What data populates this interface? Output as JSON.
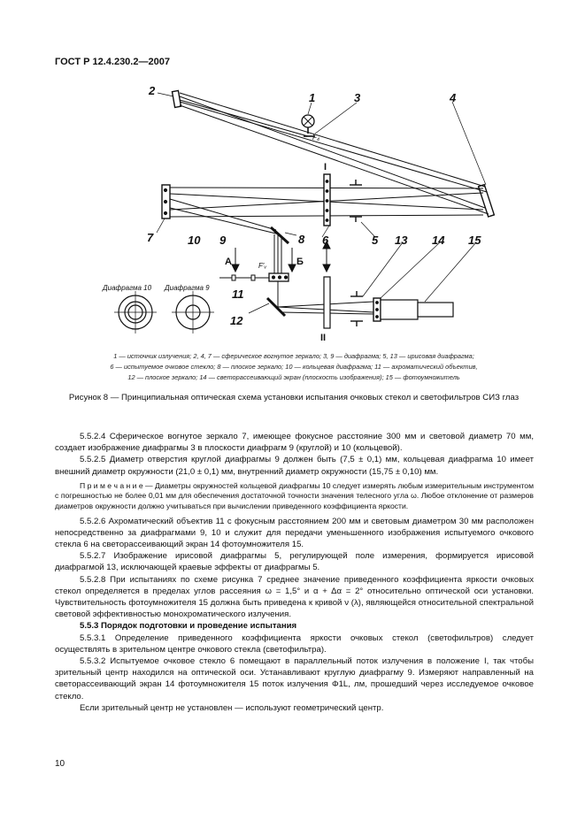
{
  "header": {
    "standard": "ГОСТ Р 12.4.230.2—2007"
  },
  "figure": {
    "labels": {
      "n1": "1",
      "n2": "2",
      "n3": "3",
      "n4": "4",
      "n5": "5",
      "n6": "6",
      "n7": "7",
      "n8": "8",
      "n9": "9",
      "n10": "10",
      "n11": "11",
      "n12": "12",
      "n13": "13",
      "n14": "14",
      "n15": "15",
      "pos_I": "I",
      "pos_II": "II",
      "arrow_A": "А",
      "arrow_B": "Б",
      "flux_4": "F₄",
      "flux_v": "F′ᵥ",
      "diaphragm_10": "Диафрагма 10",
      "diaphragm_9": "Диафрагма 9"
    },
    "legend_line1": "1 — источник излучения; 2, 4, 7 — сферическое вогнутое зеркало; 3, 9 — диафрагма; 5, 13 — ирисовая диафрагма;",
    "legend_line2": "6 — испытуемое очковое стекло; 8 — плоское зеркало; 10 — кольцевая диафрагма; 11 — ахроматический объектив,",
    "legend_line3": "12 — плоское зеркало; 14 — светорассеивающий экран (плоскость изображения); 15 — фотоумножитель",
    "caption": "Рисунок 8 — Принципиальная оптическая схема установки испытания очковых стекол и светофильтров СИЗ глаз"
  },
  "paragraphs": {
    "p5524": "5.5.2.4 Сферическое вогнутое зеркало 7, имеющее фокусное расстояние 300 мм и световой диаметр 70 мм, создает изображение диафрагмы 3 в плоскости диафрагм 9 (круглой) и 10 (кольцевой).",
    "p5525": "5.5.2.5 Диаметр отверстия круглой диафрагмы 9 должен быть (7,5 ± 0,1) мм, кольцевая диафрагма 10 имеет внешний диаметр окружности (21,0 ± 0,1) мм, внутренний диаметр окружности (15,75 ± 0,10) мм.",
    "note": "П р и м е ч а н и е — Диаметры окружностей кольцевой диафрагмы 10 следует измерять любым измерительным инструментом с погрешностью не более 0,01 мм для обеспечения достаточной точности значения телесного угла ω. Любое отклонение от размеров диаметров окружности должно учитываться при вычислении приведенного коэффициента яркости.",
    "p5526": "5.5.2.6 Ахроматический объектив 11 с фокусным расстоянием 200 мм и световым диаметром 30 мм расположен непосредственно за диафрагмами 9, 10 и служит для передачи уменьшенного изображения испытуемого очкового стекла 6 на светорассеивающий экран 14 фотоумножителя 15.",
    "p5527": "5.5.2.7 Изображение ирисовой диафрагмы 5, регулирующей поле измерения, формируется ирисовой диафрагмой 13, исключающей краевые эффекты от диафрагмы 5.",
    "p5528": "5.5.2.8 При испытаниях по схеме рисунка 7 среднее значение приведенного коэффициента яркости очковых стекол определяется в пределах углов рассеяния ω = 1,5° и α + Δα = 2° относительно оптической оси установки. Чувствительность фотоумножителя 15 должна быть приведена к кривой ν (λ), являющейся относительной спектральной световой эффективностью монохроматического излучения.",
    "h553": "5.5.3 Порядок подготовки и проведение испытания",
    "p5531": "5.5.3.1 Определение приведенного коэффициента яркости очковых стекол (светофильтров) следует осуществлять в зрительном центре очкового стекла (светофильтра).",
    "p5532": "5.5.3.2 Испытуемое очковое стекло 6 помещают в параллельный поток излучения в положение I, так чтобы зрительный центр находился на оптической оси. Устанавливают круглую диафрагму 9. Измеряют направленный на светорассеивающий экран 14 фотоумножителя 15 поток излучения Φ1L, лм, прошедший через исследуемое очковое стекло.",
    "p_last": "Если зрительный центр не установлен — используют геометрический центр."
  },
  "page_number": "10"
}
